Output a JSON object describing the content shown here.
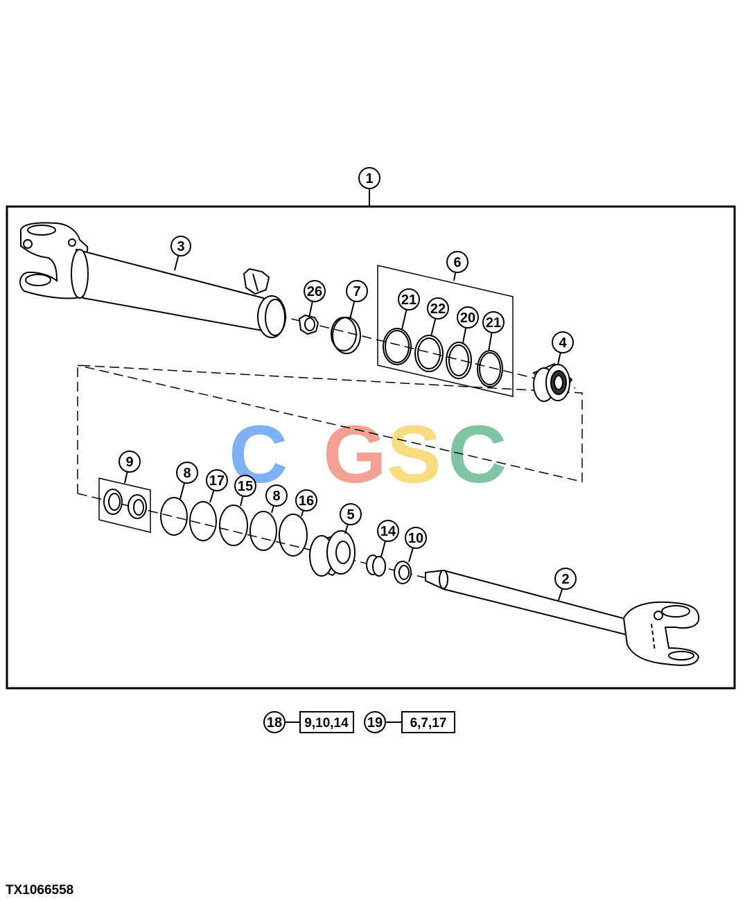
{
  "figure_id": "TX1066558",
  "watermark": {
    "letters": [
      "C",
      "G",
      "S",
      "C"
    ],
    "colors": [
      "#7fb2f5",
      "#f4a093",
      "#f8dc82",
      "#7fc4a3"
    ]
  },
  "callouts": [
    {
      "id": "c1",
      "label": "1"
    },
    {
      "id": "c3",
      "label": "3"
    },
    {
      "id": "c26",
      "label": "26"
    },
    {
      "id": "c7",
      "label": "7"
    },
    {
      "id": "c6",
      "label": "6"
    },
    {
      "id": "c21a",
      "label": "21"
    },
    {
      "id": "c22",
      "label": "22"
    },
    {
      "id": "c20",
      "label": "20"
    },
    {
      "id": "c21b",
      "label": "21"
    },
    {
      "id": "c4",
      "label": "4"
    },
    {
      "id": "c9",
      "label": "9"
    },
    {
      "id": "c8a",
      "label": "8"
    },
    {
      "id": "c17",
      "label": "17"
    },
    {
      "id": "c15",
      "label": "15"
    },
    {
      "id": "c8b",
      "label": "8"
    },
    {
      "id": "c16",
      "label": "16"
    },
    {
      "id": "c5",
      "label": "5"
    },
    {
      "id": "c14",
      "label": "14"
    },
    {
      "id": "c10",
      "label": "10"
    },
    {
      "id": "c2",
      "label": "2"
    }
  ],
  "kits": [
    {
      "label": "18",
      "contents": "9,10,14"
    },
    {
      "label": "19",
      "contents": "6,7,17"
    }
  ]
}
